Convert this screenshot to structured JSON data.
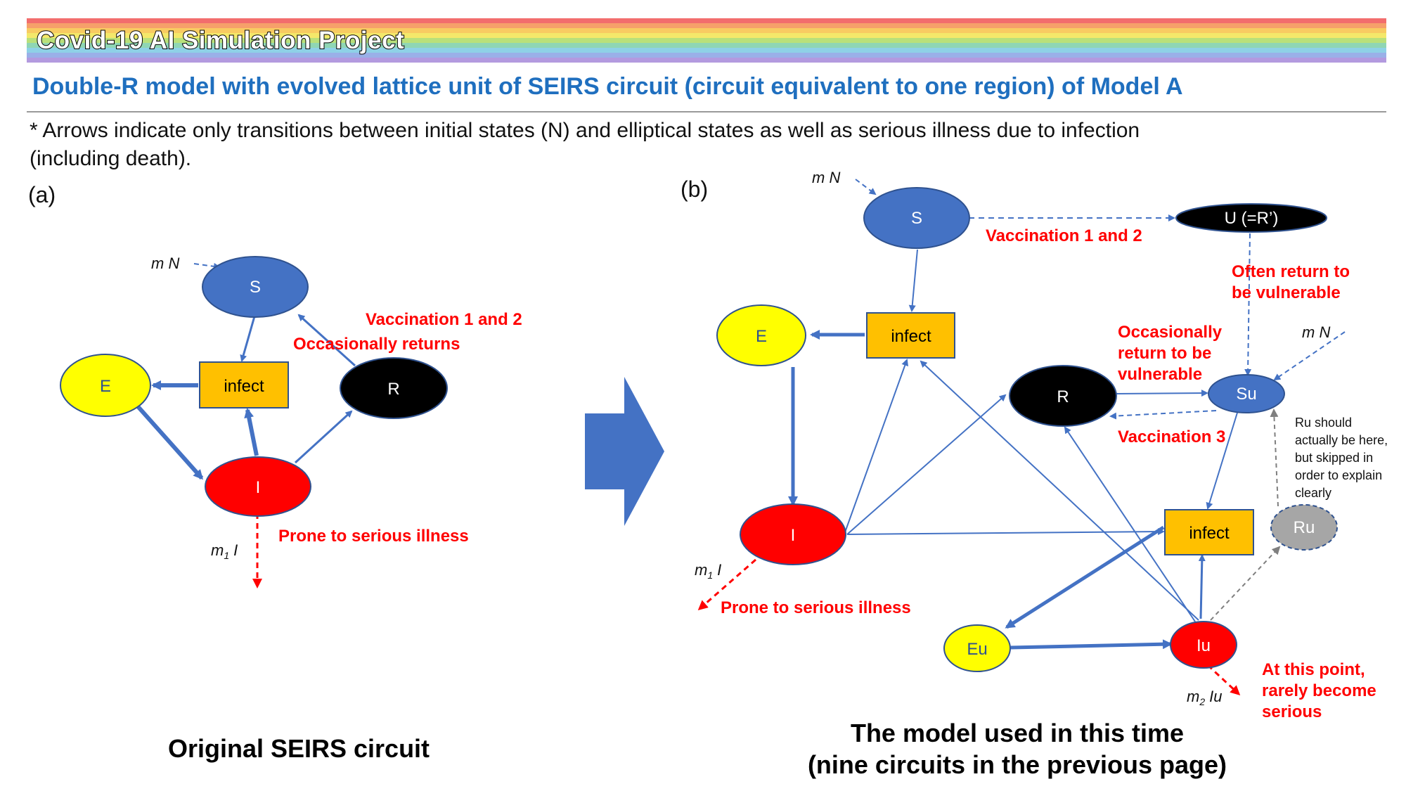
{
  "header": {
    "project_title": "Covid-19 AI Simulation Project",
    "subtitle": "Double-R model with evolved lattice unit of SEIRS circuit (circuit equivalent to one region) of Model A",
    "note_line1": "* Arrows indicate only transitions between initial states (N) and elliptical states as well as serious illness due to infection",
    "note_line2": "(including death).",
    "rainbow": [
      "#f26d6d",
      "#f6a06a",
      "#f8cb62",
      "#f4e86a",
      "#b9e07a",
      "#8fd6b4",
      "#8ed1e6",
      "#9ab0e8",
      "#b39adf"
    ]
  },
  "colors": {
    "blue_node": "#4472c4",
    "node_outline": "#2f528f",
    "yellow_node": "#ffff00",
    "red_node": "#ff0000",
    "black_node": "#000000",
    "grey_node": "#a6a6a6",
    "infect_box": "#ffc000",
    "arrow_blue": "#4472c4",
    "arrow_red": "#ff0000",
    "arrow_grey": "#7f7f7f",
    "text_red": "#ff0000"
  },
  "panel_a": {
    "label": "(a)",
    "caption": "Original SEIRS circuit",
    "nodes": {
      "S": "S",
      "E": "E",
      "infect": "infect",
      "R": "R",
      "I": "I"
    },
    "inflow": "m N",
    "vaccination": "Vaccination 1 and 2",
    "returns": "Occasionally returns",
    "serious": "Prone to serious illness",
    "outflow": {
      "base": "m",
      "sub": "1",
      "var": "I"
    }
  },
  "panel_b": {
    "label": "(b)",
    "caption_line1": "The model used in this time",
    "caption_line2": "(nine circuits in the previous page)",
    "nodes": {
      "S": "S",
      "U": "U (=R’)",
      "E": "E",
      "infect_top": "infect",
      "R": "R",
      "Su": "Su",
      "I": "I",
      "infect_bottom": "infect",
      "Ru": "Ru",
      "Eu": "Eu",
      "Iu": "Iu"
    },
    "inflow_top": "m N",
    "inflow_right": "m N",
    "vaccination_12": "Vaccination 1 and 2",
    "often_return": [
      "Often return to",
      "be vulnerable"
    ],
    "occasionally_return": [
      "Occasionally",
      "return to be",
      "vulnerable"
    ],
    "vaccination_3": "Vaccination 3",
    "ru_note": [
      "Ru should",
      "actually be here,",
      "but skipped in",
      "order to explain",
      "clearly"
    ],
    "serious": "Prone to serious illness",
    "outflow_I": {
      "base": "m",
      "sub": "1",
      "var": "I"
    },
    "outflow_Iu": {
      "base": "m",
      "sub": "2",
      "var": "Iu"
    },
    "rare_serious": [
      "At this point,",
      "rarely become",
      "serious"
    ]
  }
}
